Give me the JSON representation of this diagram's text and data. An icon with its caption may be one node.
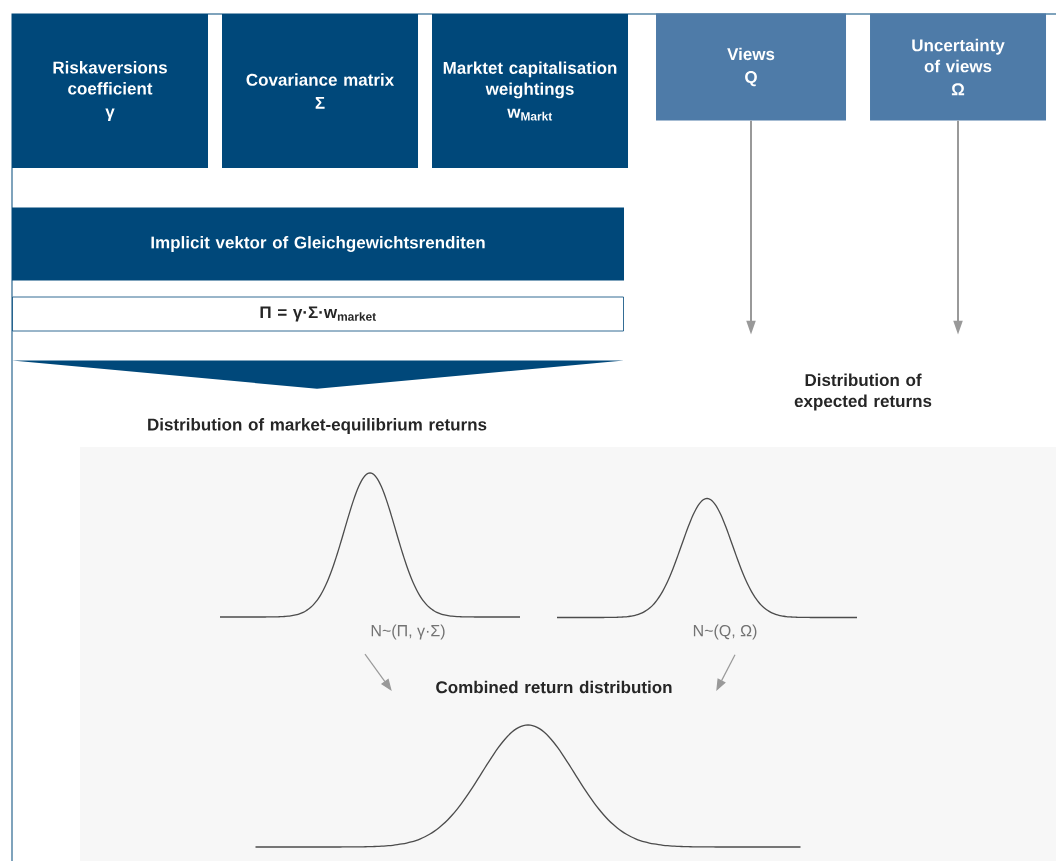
{
  "diagram": {
    "nodes": [
      {
        "text": [
          "Riskaversions coefficient",
          "γ"
        ]
      },
      {
        "text": [
          "Covariance matrix",
          "Σ"
        ]
      },
      {
        "text": [
          "Marktet capitalisation weightings",
          "w$_{Markt}$"
        ]
      },
      {
        "text": [
          "Views",
          "Q"
        ]
      },
      {
        "text": [
          "Uncertainty of views",
          "Ω"
        ]
      },
      {
        "text": [
          "Implicit vektor of Gleichgewichtsrenditen"
        ]
      },
      {
        "text": [
          "Π = γ·Σ·w$_{market}$"
        ]
      },
      {
        "text": [
          "Distribution of market-equilibrium returns"
        ]
      },
      {
        "text": [
          "Distribution of expected returns"
        ]
      },
      {
        "text": [],
        "shape": "picture",
        "beside": [
          "N~(Π, γ·Σ)"
        ]
      },
      {
        "text": [],
        "shape": "picture",
        "beside": [
          "N~(Q, Ω)"
        ]
      },
      {
        "text": [
          "Combined return distribution"
        ]
      },
      {
        "text": [],
        "shape": "picture"
      }
    ],
    "edges": [
      {
        "from": 6,
        "to": 7,
        "arrow": "to",
        "style": "thick",
        "color": "#00487a"
      },
      {
        "from": 3,
        "to": 8,
        "arrow": "to"
      },
      {
        "from": 4,
        "to": 8,
        "arrow": "to"
      },
      {
        "from": 9,
        "to": 11,
        "arrow": "to"
      },
      {
        "from": 10,
        "to": 11,
        "arrow": "to"
      }
    ]
  }
}
